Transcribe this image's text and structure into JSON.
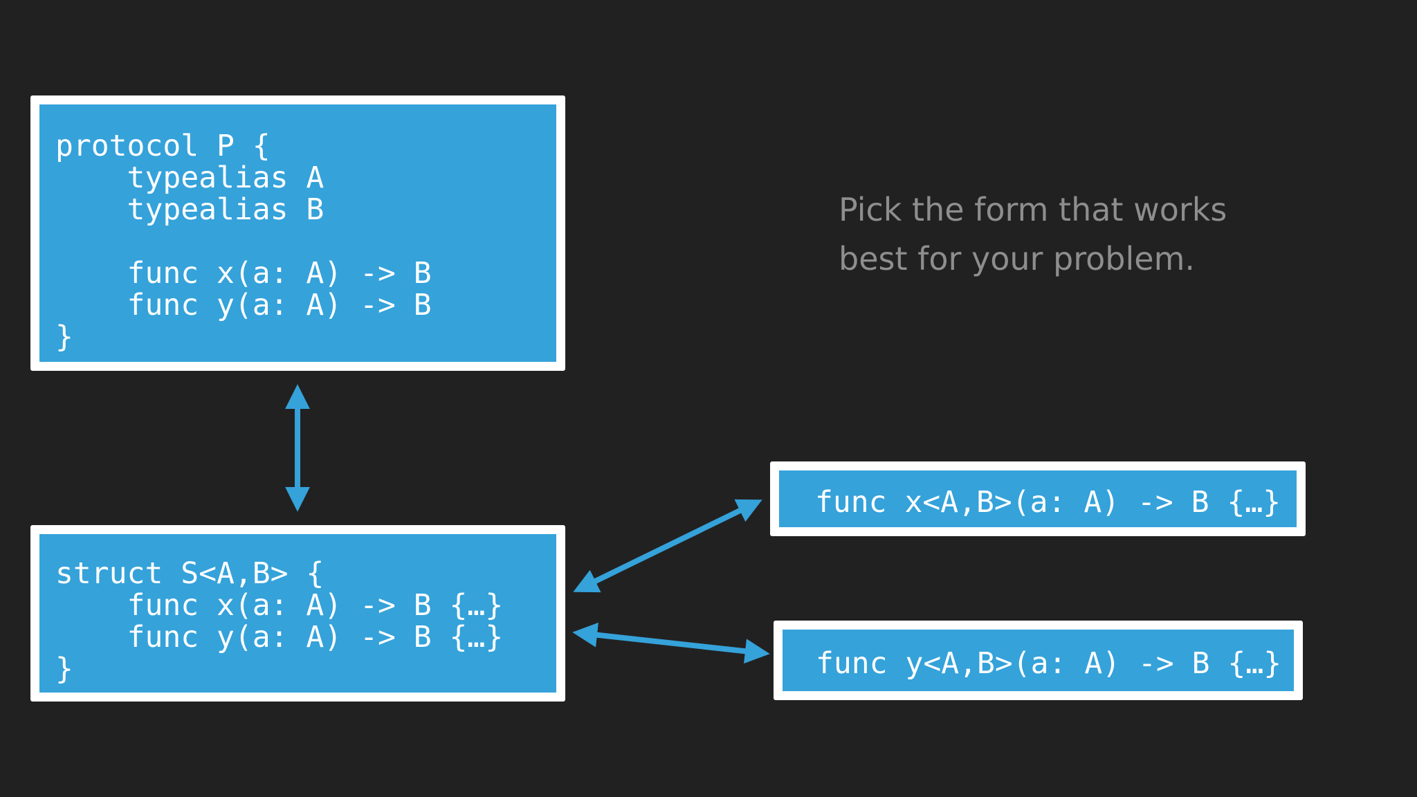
{
  "protocol_box": {
    "lines": [
      "protocol P {",
      "    typealias A",
      "    typealias B",
      "",
      "    func x(a: A) -> B",
      "    func y(a: A) -> B",
      "}"
    ]
  },
  "struct_box": {
    "lines": [
      "struct S<A,B> {",
      "    func x(a: A) -> B {…}",
      "    func y(a: A) -> B {…}",
      "}"
    ]
  },
  "func_x_box": {
    "text": "func x<A,B>(a: A) -> B {…}"
  },
  "func_y_box": {
    "text": "func y<A,B>(a: A) -> B {…}"
  },
  "caption": {
    "line1": "Pick the form that works",
    "line2": "best for your problem."
  },
  "colors": {
    "background": "#222122",
    "box_fill": "#35a2da",
    "box_border": "#ffffff",
    "arrow": "#35a2da",
    "caption": "#8e8e8e"
  }
}
